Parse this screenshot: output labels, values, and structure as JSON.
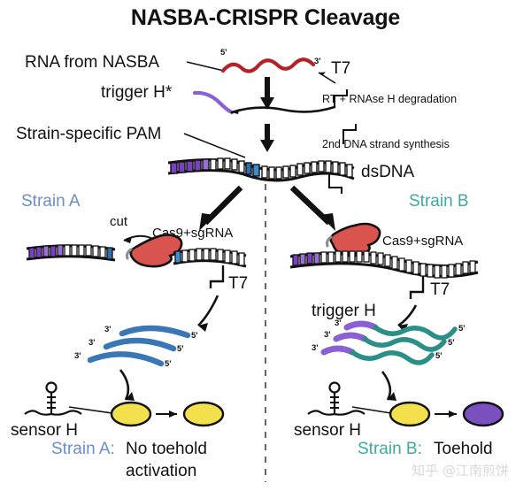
{
  "figure": {
    "title": "NASBA-CRISPR Cleavage",
    "watermark": "知乎 @江南煎饼"
  },
  "colors": {
    "rna_red": "#b32226",
    "trigger_purple": "#8b5fd6",
    "pam_blue": "#3a8fd4",
    "dna_purple_block": "#7b3fc4",
    "cas9_red": "#d9534f",
    "strand_blue": "#3b76b5",
    "strand_teal": "#2b8f87",
    "reporter_yellow": "#f2e14c",
    "reporter_purple": "#7a4fc0",
    "strain_a_text": "#6b8fc4",
    "strain_b_text": "#3fa9a0",
    "outline_black": "#111111"
  },
  "steps": {
    "rna_source_label": "RNA from NASBA",
    "rna_five_prime": "5'",
    "rna_three_prime": "3'",
    "t7_label_top": "T7",
    "trigger_label": "trigger H*",
    "rt_rnase_label": "RT + RNAse H degradation",
    "pam_label": "Strain-specific PAM",
    "second_strand_label": "2nd DNA strand synthesis",
    "dsdna_label": "dsDNA"
  },
  "branches": {
    "left": {
      "heading": "Strain A",
      "cut_label": "cut",
      "cas9_label": "Cas9+sgRNA",
      "t7_label": "T7",
      "sensor_label": "sensor H",
      "outcome_strain": "Strain A:",
      "outcome_text": "No toehold",
      "outcome_text_line2": "activation",
      "strands": [
        {
          "three": "3'",
          "five": "5'"
        },
        {
          "three": "3'",
          "five": "5'"
        },
        {
          "three": "3'",
          "five": "5'"
        }
      ]
    },
    "right": {
      "heading": "Strain B",
      "cas9_label": "Cas9+sgRNA",
      "t7_label": "T7",
      "trigger_label": "trigger H",
      "sensor_label": "sensor H",
      "outcome_strain": "Strain B:",
      "outcome_text": "Toehold",
      "strands": [
        {
          "three": "3'",
          "five": "5'"
        },
        {
          "three": "3'",
          "five": "5'"
        },
        {
          "three": "3'",
          "five": "5'"
        }
      ]
    }
  }
}
